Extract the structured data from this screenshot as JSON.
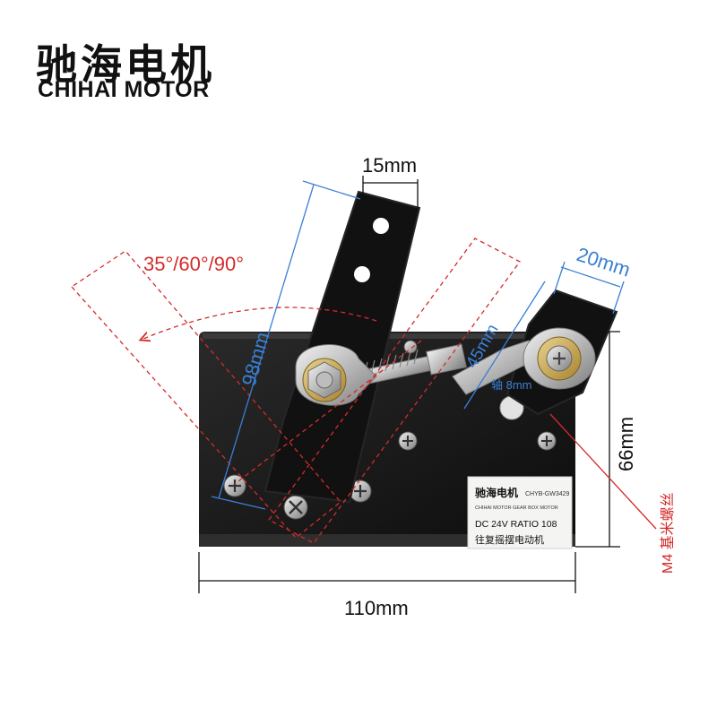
{
  "brand": {
    "name_cn": "驰海电机",
    "name_en": "CHIHAI MOTOR"
  },
  "dimensions": {
    "arm_width": "15mm",
    "swing_angles": "35°/60°/90°",
    "arm_length": "98mm",
    "link_length": "45mm",
    "crank_width": "20mm",
    "shaft": "轴 8mm",
    "height": "66mm",
    "width": "110mm",
    "screw": "M4 基米螺丝"
  },
  "nameplate": {
    "brand": "驰海电机",
    "model": "CHYB-GW3429",
    "brand_en": "CHIHAI MOTOR GEAR BOX MOTOR",
    "spec": "DC 24V RATIO 108",
    "desc": "往复摇摆电动机"
  },
  "colors": {
    "dimension_blue": "#3a7fd4",
    "angle_red": "#d42b2b",
    "plate_black": "#151515"
  }
}
